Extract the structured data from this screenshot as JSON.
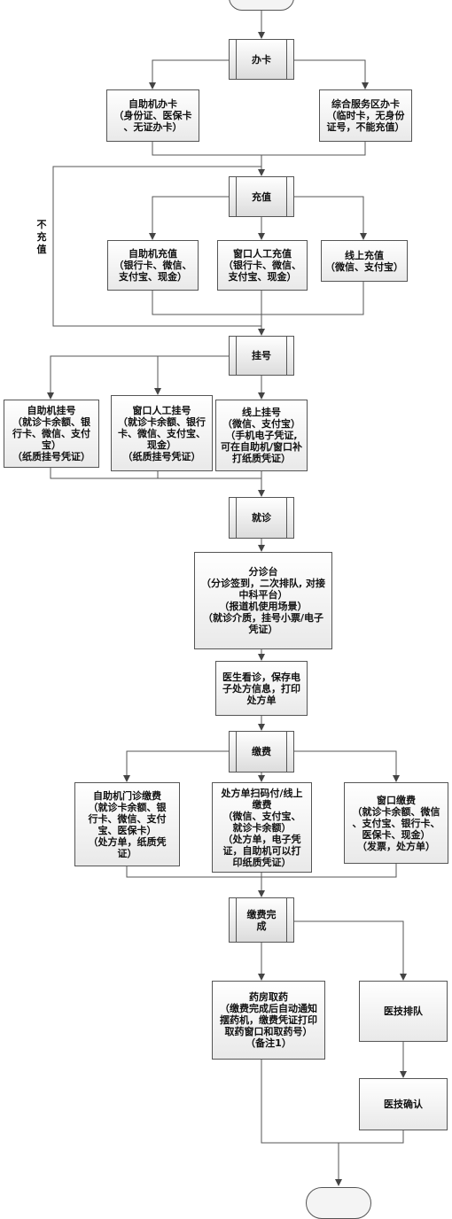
{
  "steps": {
    "card": "办卡",
    "topup": "充值",
    "register": "挂号",
    "visit": "就诊",
    "pay": "缴费",
    "pay_done": "缴费完\n成"
  },
  "nodes": {
    "card_self": "自助机办卡\n（身份证、医保卡\n、无证办卡）",
    "card_service": "综合服务区办卡\n（临时卡，无身份\n证号，不能充值）",
    "topup_self": "自助机充值\n（银行卡、微信、\n支付宝、现金）",
    "topup_window": "窗口人工充值\n（银行卡、微信、\n支付宝、现金）",
    "topup_online": "线上充值\n（微信、支付宝）",
    "reg_self": "自助机挂号\n（就诊卡余额、银\n行卡、微信、支付\n宝）\n（纸质挂号凭证）",
    "reg_window": "窗口人工挂号\n（就诊卡余额、银行\n卡、微信、支付宝、\n现金）\n（纸质挂号凭证）",
    "reg_online": "线上挂号\n（微信、支付宝）\n（手机电子凭证,\n可在自助机/窗口补\n打纸质凭证）",
    "triage": "分诊台\n（分诊签到，二次排队, 对接\n中科平台）\n（报道机使用场景）\n（就诊介质，挂号小票/电子\n凭证）",
    "doctor": "医生看诊，保存电\n子处方信息，打印\n处方单",
    "pay_self": "自助机门诊缴费\n（就诊卡余额、银\n行卡、微信、支付\n宝、医保卡）\n（处方单，纸质凭\n证）",
    "pay_scan": "处方单扫码付/线上\n缴费\n（微信、支付宝、\n就诊卡余额）\n（处方单，电子凭\n证，自助机可以打\n印纸质凭证）",
    "pay_window": "窗口缴费\n（就诊卡余额、微信\n、支付宝、银行卡、\n医保卡、现金）\n（发票，处方单）",
    "pharmacy": "药房取药\n（缴费完成后自动通知\n摆药机，缴费凭证打印\n取药窗口和取药号）\n（备注1）",
    "tech_queue": "医技排队",
    "tech_confirm": "医技确认"
  },
  "labels": {
    "no_topup": "不\n充\n值"
  }
}
